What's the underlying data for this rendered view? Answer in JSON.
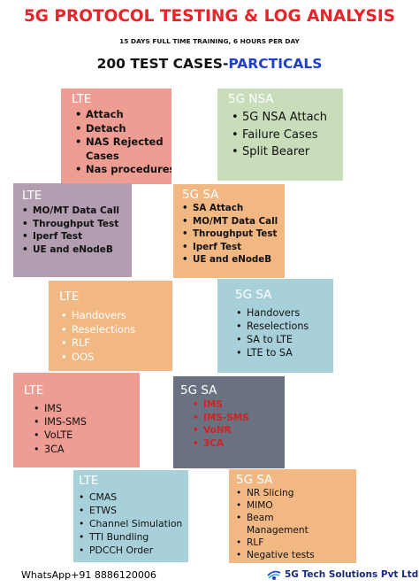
{
  "header": {
    "title": "5G PROTOCOL TESTING & LOG ANALYSIS",
    "subtitle": "15 DAYS FULL TIME TRAINING, 6 HOURS PER DAY",
    "heading_main": "200 TEST CASES-",
    "heading_accent": "PARCTICALS"
  },
  "cards": {
    "c1": {
      "title": "LTE",
      "items": [
        "Attach",
        "Detach",
        "NAS Rejected",
        "Cases",
        "Nas procedures"
      ]
    },
    "c2": {
      "title": "5G NSA",
      "items": [
        "5G NSA Attach",
        "Failure Cases",
        "Split Bearer"
      ]
    },
    "c3": {
      "title": "LTE",
      "items": [
        "MO/MT Data Call",
        "Throughput Test",
        "Iperf Test",
        "UE and eNodeB"
      ]
    },
    "c4": {
      "title": "5G SA",
      "items": [
        "SA Attach",
        "MO/MT Data Call",
        "Throughput Test",
        "Iperf Test",
        "UE and eNodeB"
      ]
    },
    "c5": {
      "title": "LTE",
      "items": [
        "Handovers",
        "Reselections",
        "RLF",
        "OOS"
      ]
    },
    "c6": {
      "title": "5G SA",
      "items": [
        "Handovers",
        "Reselections",
        "SA to LTE",
        "LTE to SA"
      ]
    },
    "c7": {
      "title": "LTE",
      "items": [
        "IMS",
        "IMS-SMS",
        "VoLTE",
        "3CA"
      ]
    },
    "c8": {
      "title": "5G SA",
      "items": [
        "IMS",
        "IMS-SMS",
        "VoNR",
        "3CA"
      ]
    },
    "c9": {
      "title": "LTE",
      "items": [
        "CMAS",
        "ETWS",
        "Channel Simulation",
        "TTI Bundling",
        "PDCCH Order"
      ]
    },
    "c10": {
      "title": "5G SA",
      "items": [
        "NR Slicing",
        "MIMO",
        "Beam",
        "Management",
        "RLF",
        "Negative tests"
      ]
    }
  },
  "footer": {
    "whatsapp": "WhatsApp+91 8886120006",
    "company": "5G Tech Solutions Pvt Ltd",
    "logo_icon": "5g-logo-icon"
  },
  "colors": {
    "title_red": "#e8232a",
    "accent_blue": "#1c3fd0",
    "card_salmon": "#ee9d93",
    "card_green": "#c9ddbb",
    "card_mauve": "#b29eb0",
    "card_orange": "#f2b884",
    "card_blue": "#a8d0db",
    "card_slate": "#6a7282",
    "item_red": "#d42020"
  }
}
